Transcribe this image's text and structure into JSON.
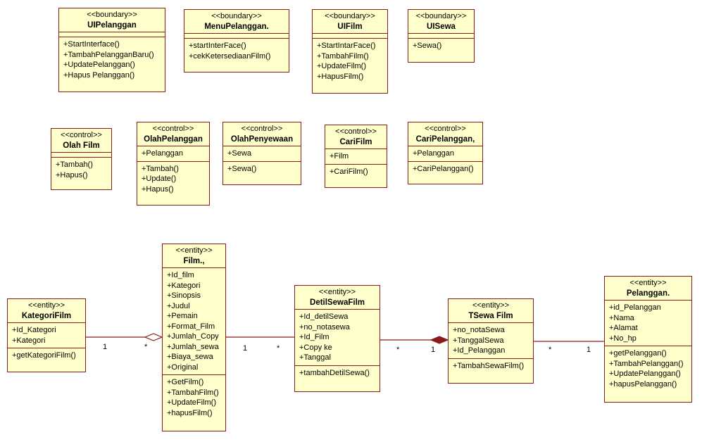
{
  "classes": {
    "ui_pelanggan": {
      "stereotype": "<<boundary>>",
      "name": "UIPelanggan",
      "attributes": [],
      "operations": [
        "+StartInterface()",
        "+TambahPelangganBaru()",
        "+UpdatePelanggan()",
        "+Hapus Pelanggan()"
      ]
    },
    "menu_pelanggan": {
      "stereotype": "<<boundary>>",
      "name": "MenuPelanggan.",
      "attributes": [],
      "operations": [
        "+startInterFace()",
        "+cekKetersediaanFilm()"
      ]
    },
    "ui_film": {
      "stereotype": "<<boundary>>",
      "name": "UIFilm",
      "attributes": [],
      "operations": [
        "+StartIntarFace()",
        "+TambahFilm()",
        "+UpdateFilm()",
        "+HapusFilm()"
      ]
    },
    "ui_sewa": {
      "stereotype": "<<boundary>>",
      "name": "UISewa",
      "attributes": [],
      "operations": [
        "+Sewa()"
      ]
    },
    "olah_film": {
      "stereotype": "<<control>>",
      "name": "Olah Film",
      "attributes": [],
      "operations": [
        "+Tambah()",
        "+Hapus()"
      ]
    },
    "olah_pelanggan": {
      "stereotype": "<<control>>",
      "name": "OlahPelanggan",
      "attributes": [
        "+Pelanggan"
      ],
      "operations": [
        "+Tambah()",
        "+Update()",
        "+Hapus()"
      ]
    },
    "olah_penyewaan": {
      "stereotype": "<<control>>",
      "name": "OlahPenyewaan",
      "attributes": [
        "+Sewa"
      ],
      "operations": [
        "+Sewa()"
      ]
    },
    "cari_film": {
      "stereotype": "<<control>>",
      "name": "CariFilm",
      "attributes": [
        "+Film"
      ],
      "operations": [
        "+CariFilm()"
      ]
    },
    "cari_pelanggan": {
      "stereotype": "<<control>>",
      "name": "CariPelanggan,",
      "attributes": [
        "+Pelanggan"
      ],
      "operations": [
        "+CariPelanggan()"
      ]
    },
    "kategori_film": {
      "stereotype": "<<entity>>",
      "name": "KategoriFilm",
      "attributes": [
        "+Id_Kategori",
        "+Kategori"
      ],
      "operations": [
        "+getKategoriFilm()"
      ]
    },
    "film": {
      "stereotype": "<<entity>>",
      "name": "Film.,",
      "attributes": [
        "+Id_film",
        "+Kategori",
        "+Sinopsis",
        "+Judul",
        "+Pemain",
        "+Format_Film",
        "+Jumlah_Copy",
        "+Jumlah_sewa",
        "+Biaya_sewa",
        "+Original"
      ],
      "operations": [
        "+GetFilm()",
        "+TambahFilm()",
        "+UpdateFilm()",
        "+hapusFilm()"
      ]
    },
    "detil_sewa_film": {
      "stereotype": "<<entity>>",
      "name": "DetilSewaFilm",
      "attributes": [
        "+Id_detilSewa",
        "+no_notasewa",
        "+Id_Film",
        "+Copy ke",
        "+Tanggal"
      ],
      "operations": [
        "+tambahDetilSewa()"
      ]
    },
    "tsewa_film": {
      "stereotype": "<<entity>>",
      "name": "TSewa Film",
      "attributes": [
        "+no_notaSewa",
        "+TanggalSewa",
        "+Id_Pelanggan"
      ],
      "operations": [
        "+TambahSewaFilm()"
      ]
    },
    "pelanggan": {
      "stereotype": "<<entity>>",
      "name": "Pelanggan.",
      "attributes": [
        "+id_Pelanggan",
        "+Nama",
        "+Alamat",
        "+No_hp"
      ],
      "operations": [
        "+getPelanggan()",
        "+TambahPelanggan()",
        "+UpdatePelanggan()",
        "+hapusPelanggan()"
      ]
    }
  },
  "associations": [
    {
      "from": "kategori_film",
      "to": "film",
      "kind": "aggregation",
      "mult_from": "1",
      "mult_to": "*"
    },
    {
      "from": "film",
      "to": "detil_sewa_film",
      "kind": "association",
      "mult_from": "1",
      "mult_to": "*"
    },
    {
      "from": "detil_sewa_film",
      "to": "tsewa_film",
      "kind": "composition",
      "mult_from": "*",
      "mult_to": "1"
    },
    {
      "from": "tsewa_film",
      "to": "pelanggan",
      "kind": "association",
      "mult_from": "*",
      "mult_to": "1"
    }
  ],
  "colors": {
    "fill": "#ffffcc",
    "line": "#8b1a1a"
  }
}
